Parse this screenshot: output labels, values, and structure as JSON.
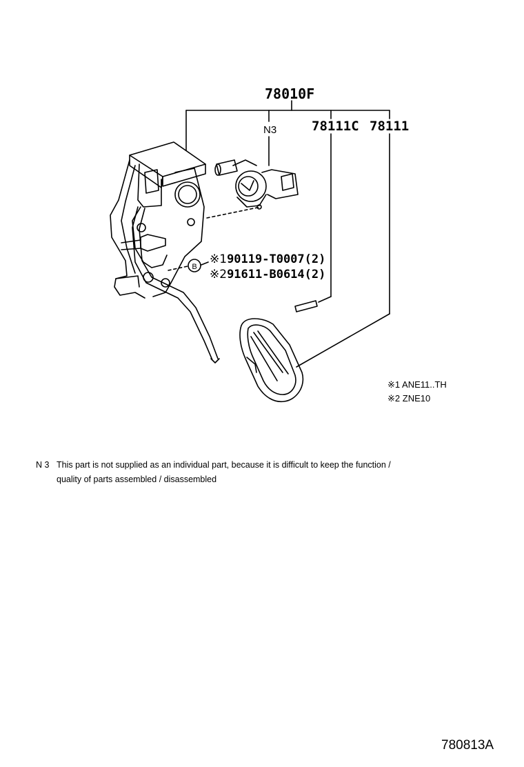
{
  "diagram": {
    "assembly_part_number": "78010F",
    "callouts": {
      "n3_tag": "N3",
      "cable_part": "78111C",
      "pad_part": "78111"
    },
    "bolts": [
      {
        "marker": "※1",
        "part": "90119-T0007",
        "qty": "(2)"
      },
      {
        "marker": "※2",
        "part": "91611-B0614",
        "qty": "(2)"
      }
    ],
    "circle_marker": "B",
    "legend": [
      {
        "marker": "※1",
        "text": "ANE11..TH"
      },
      {
        "marker": "※2",
        "text": "ZNE10"
      }
    ],
    "note": {
      "code": "N 3",
      "line1": "This part is not supplied as an individual part, because it is difficult to keep the function /",
      "line2": "quality of parts assembled / disassembled"
    },
    "diagram_id": "780813A"
  }
}
